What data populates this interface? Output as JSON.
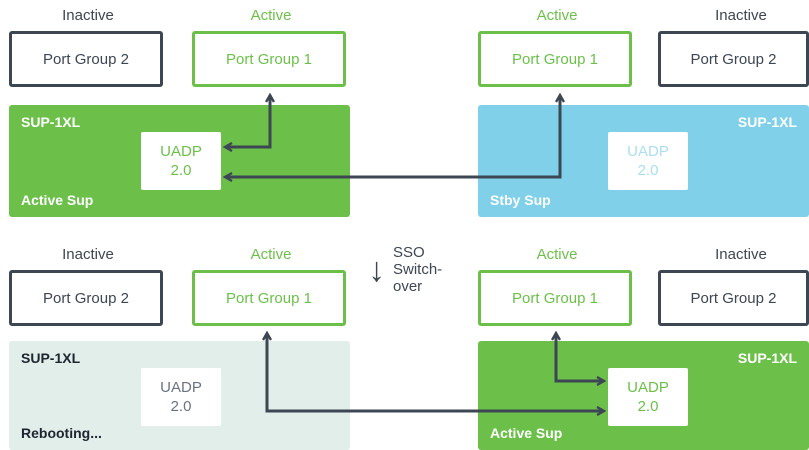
{
  "top": {
    "labels": [
      "Inactive",
      "Active",
      "Active",
      "Inactive"
    ],
    "ports": [
      "Port Group 2",
      "Port Group 1",
      "Port Group 1",
      "Port Group 2"
    ],
    "left_sup": {
      "title": "SUP-1XL",
      "chip_line1": "UADP",
      "chip_line2": "2.0",
      "footer": "Active Sup"
    },
    "right_sup": {
      "title": "SUP-1XL",
      "chip_line1": "UADP",
      "chip_line2": "2.0",
      "footer": "Stby Sup"
    }
  },
  "center": {
    "line1": "SSO",
    "line2": "Switch-",
    "line3": "over",
    "arrow_icon": "down-arrow-icon"
  },
  "bottom": {
    "labels": [
      "Inactive",
      "Active",
      "Active",
      "Inactive"
    ],
    "ports": [
      "Port Group 2",
      "Port Group 1",
      "Port Group 1",
      "Port Group 2"
    ],
    "left_sup": {
      "title": "SUP-1XL",
      "chip_line1": "UADP",
      "chip_line2": "2.0",
      "footer": "Rebooting..."
    },
    "right_sup": {
      "title": "SUP-1XL",
      "chip_line1": "UADP",
      "chip_line2": "2.0",
      "footer": "Active Sup"
    }
  },
  "colors": {
    "green": "#6cc04a",
    "blue": "#7fd0e8",
    "mint": "#e2eeea",
    "dark": "#3d4653"
  }
}
